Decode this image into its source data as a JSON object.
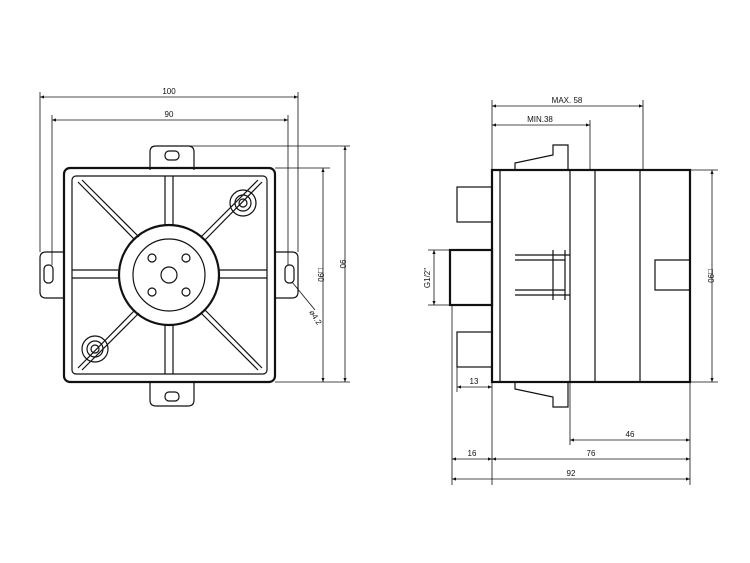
{
  "front_view": {
    "dim_width_outer": "100",
    "dim_width_inner": "90",
    "dim_square": "□90",
    "dim_height": "90",
    "dim_hole": "⌀4.2"
  },
  "side_view": {
    "dim_max": "MAX. 58",
    "dim_min": "MIN.38",
    "dim_thread": "G1/2\"",
    "dim_pipe": "13",
    "dim_46": "46",
    "dim_16": "16",
    "dim_76": "76",
    "dim_total": "92",
    "dim_square": "□90"
  },
  "colors": {
    "line": "#111111",
    "background": "#ffffff"
  }
}
